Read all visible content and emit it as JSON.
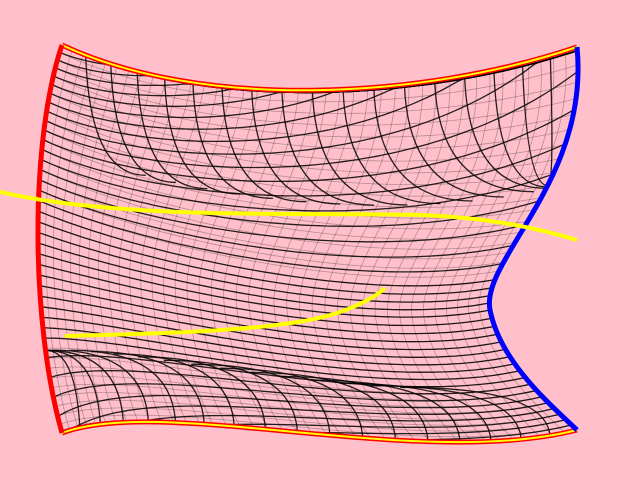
{
  "colors": {
    "background": "#ffc0cb",
    "flow_lines": "#000000",
    "mesh": "#000000",
    "left_boundary": "#ff0000",
    "right_boundary": "#0000ff",
    "wall_outline": "#ff0000",
    "wall_highlight": "#ffff00",
    "yellow_curves": "#ffff00"
  },
  "diagram": {
    "flow_line_count": 40,
    "mesh_rows": 40,
    "mesh_cols": 40,
    "mesh_opacity": 0.28,
    "flow_line_opacity": 0.85
  }
}
